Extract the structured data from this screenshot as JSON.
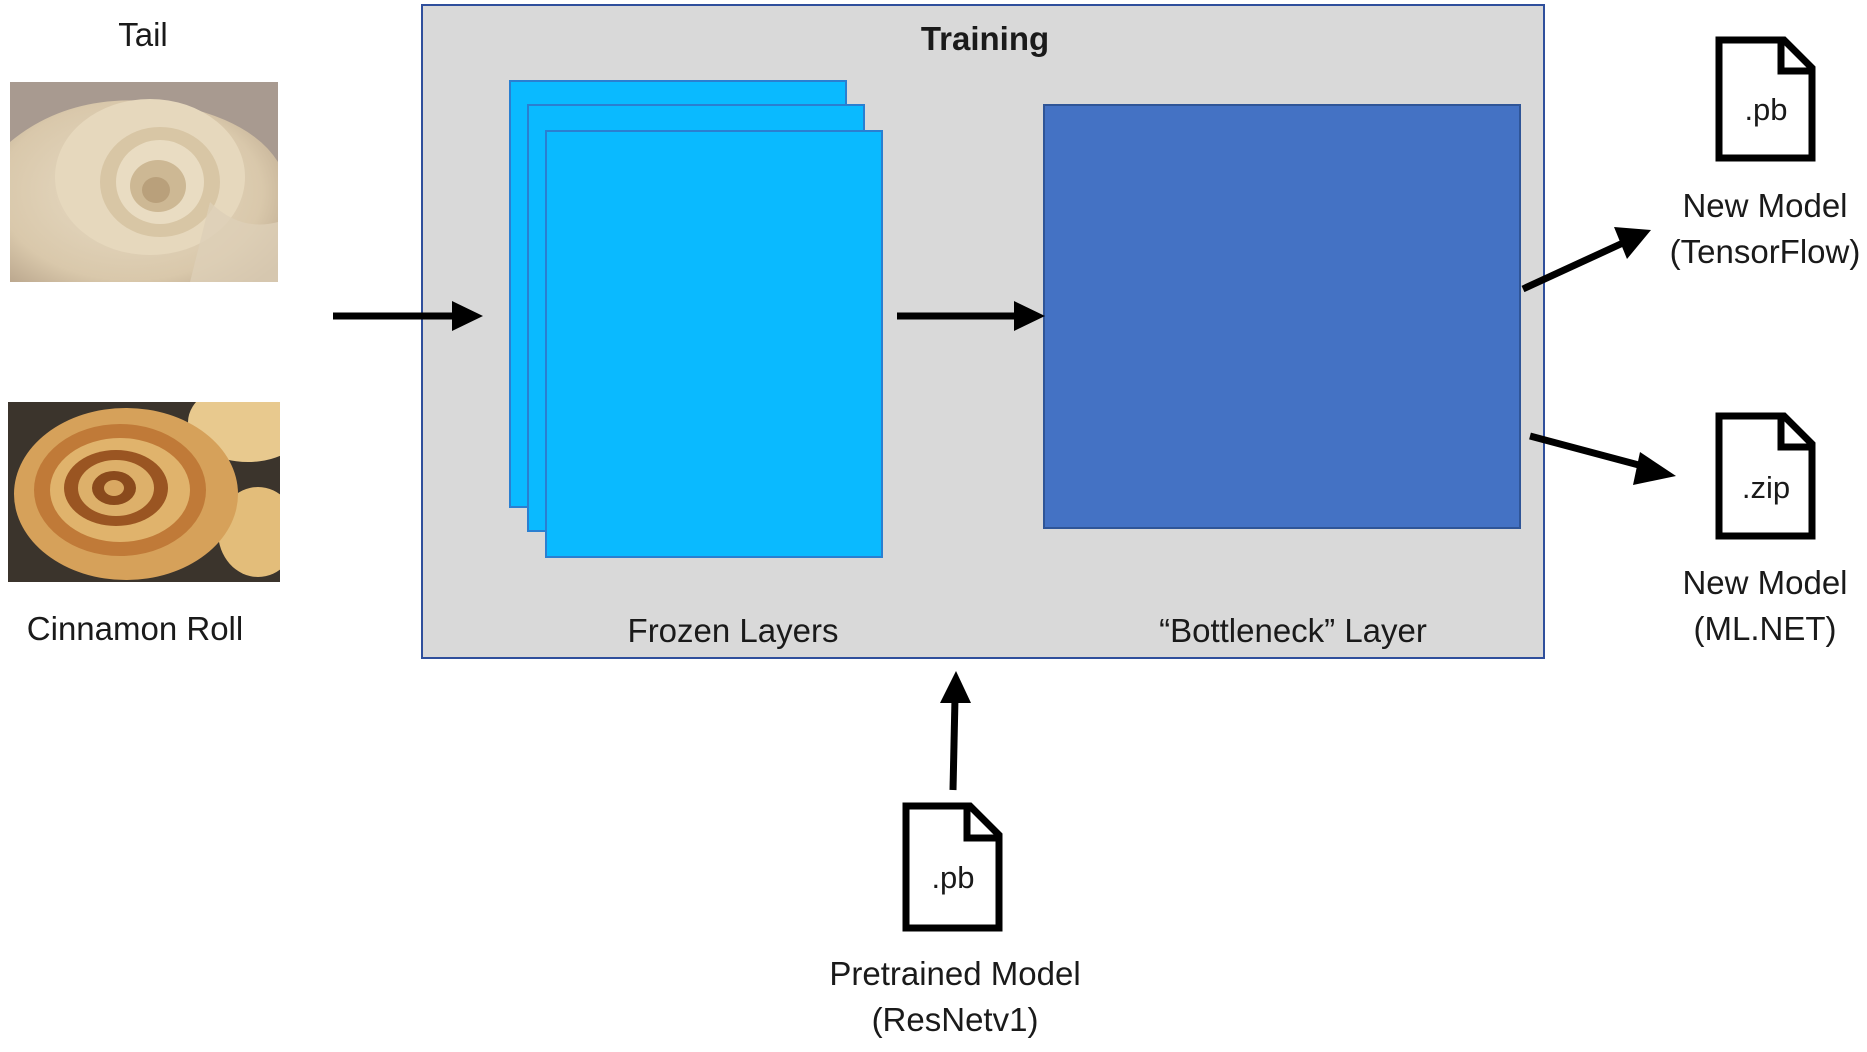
{
  "inputs": {
    "tail_label": "Tail",
    "cinnamon_label": "Cinnamon Roll"
  },
  "training": {
    "title": "Training",
    "frozen_label": "Frozen Layers",
    "bottleneck_label": "“Bottleneck” Layer"
  },
  "outputs": {
    "tensorflow": {
      "extension": ".pb",
      "line1": "New Model",
      "line2": "(TensorFlow)"
    },
    "mlnet": {
      "extension": ".zip",
      "line1": "New Model",
      "line2": "(ML.NET)"
    }
  },
  "pretrained": {
    "extension": ".pb",
    "line1": "Pretrained Model",
    "line2": "(ResNetv1)"
  },
  "colors": {
    "training_bg": "#d9d9d9",
    "frozen_fill": "#0abaff",
    "bottleneck_fill": "#4472c4",
    "arrow": "#000000"
  },
  "icons": {
    "file": "file-icon",
    "arrow": "arrow-icon"
  }
}
